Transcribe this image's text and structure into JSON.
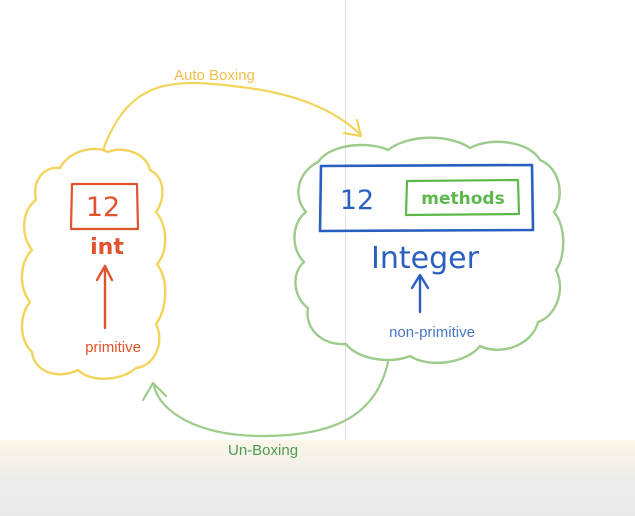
{
  "labels": {
    "auto_boxing": "Auto Boxing",
    "un_boxing": "Un-Boxing"
  },
  "primitive_box": {
    "value": "12",
    "type": "int",
    "caption": "primitive"
  },
  "object_box": {
    "value": "12",
    "methods": "methods",
    "type": "Integer",
    "caption": "non-primitive"
  },
  "colors": {
    "yellow": "#f2d45c",
    "yellow_text": "#f1c04a",
    "green": "#9ccb8c",
    "green_text": "#4e9a52",
    "red": "#e0532d",
    "blue": "#2b5fbf",
    "methods_green": "#5cb84a",
    "caption_blue": "#4a78c6"
  }
}
